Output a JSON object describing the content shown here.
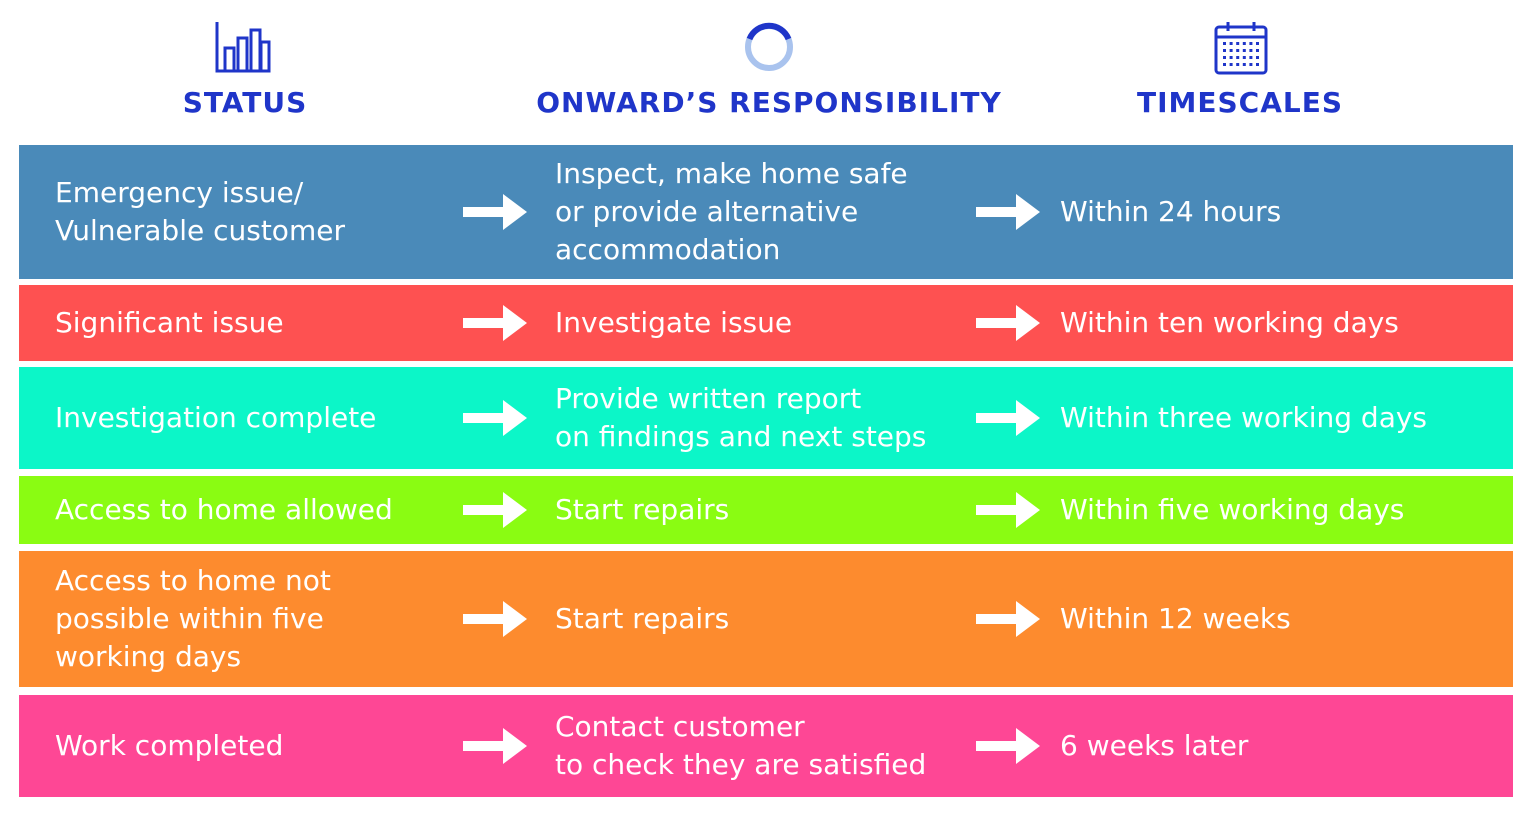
{
  "headers": {
    "status": {
      "label": "STATUS",
      "icon": "bar-chart-icon"
    },
    "responsibility": {
      "label": "ONWARD’S RESPONSIBILITY",
      "icon": "ring-icon"
    },
    "timescales": {
      "label": "TIMESCALES",
      "icon": "calendar-icon"
    }
  },
  "colors": {
    "header_text": "#1f35c9",
    "ring_light": "#a9c3ee",
    "arrow": "#ffffff"
  },
  "rows": [
    {
      "status": "Emergency issue/\nVulnerable customer",
      "responsibility": "Inspect, make home safe\nor provide alternative\naccommodation",
      "timescale": "Within 24 hours",
      "color": "#4a8ab9"
    },
    {
      "status": "Significant issue",
      "responsibility": "Investigate issue",
      "timescale": "Within ten working days",
      "color": "#fe5151"
    },
    {
      "status": "Investigation complete",
      "responsibility": "Provide written report\non findings and next steps",
      "timescale": "Within three working days",
      "color": "#0cf6c8"
    },
    {
      "status": "Access to home allowed",
      "responsibility": "Start repairs",
      "timescale": "Within five working days",
      "color": "#8afc12"
    },
    {
      "status": "Access to home not\npossible within five\nworking days",
      "responsibility": "Start repairs",
      "timescale": "Within 12 weeks",
      "color": "#fd8b2e"
    },
    {
      "status": "Work completed",
      "responsibility": "Contact customer\nto check they are satisfied",
      "timescale": "6 weeks later",
      "color": "#fe4795"
    }
  ]
}
